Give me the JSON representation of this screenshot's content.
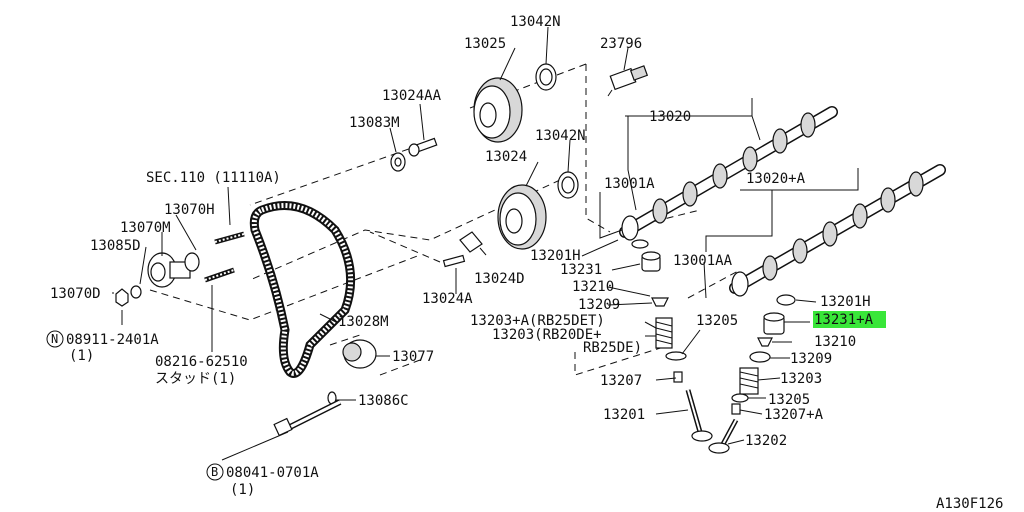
{
  "diagram_ref": "A130F126",
  "highlight_color": "#39e639",
  "labels": {
    "p13042n_top": "13042N",
    "p23796": "23796",
    "p13025": "13025",
    "p13024aa": "13024AA",
    "p13083m": "13083M",
    "p13020": "13020",
    "p13042n_mid": "13042N",
    "p13024": "13024",
    "p13001a": "13001A",
    "p13020a": "13020+A",
    "sec110": "SEC.110 (11110A)",
    "p13070h": "13070H",
    "p13070m": "13070M",
    "p13085d": "13085D",
    "p13070d": "13070D",
    "p13201h_left": "13201H",
    "p13231": "13231",
    "p13001aa": "13001AA",
    "p13024d": "13024D",
    "p13210_left": "13210",
    "p13024a": "13024A",
    "p13209_left": "13209",
    "p13201h_right": "13201H",
    "p13203a": "13203+A(RB25DET)",
    "p13203": "13203(RB20DE+",
    "rb25de": "RB25DE)",
    "p13205_left": "13205",
    "p13231a": "13231+A",
    "p13028m": "13028M",
    "n08911": "08911-2401A",
    "n08911_qty": "(1)",
    "p13210_right": "13210",
    "p13209_right": "13209",
    "p08216": "08216-62510",
    "p08216_note": "スタッド(1)",
    "p13077": "13077",
    "p13207_left": "13207",
    "p13203_right": "13203",
    "p13205_right": "13205",
    "p13086c": "13086C",
    "p13201": "13201",
    "p13207a": "13207+A",
    "p13202": "13202",
    "b08041": "08041-0701A",
    "b08041_qty": "(1)",
    "badge_n": "N",
    "badge_b": "B"
  },
  "icons": {
    "timing_belt": "timing-belt-icon",
    "camshaft": "camshaft-icon",
    "sprocket": "cam-sprocket-icon",
    "valve": "valve-icon",
    "spring": "valve-spring-icon",
    "tensioner": "tensioner-pulley-icon",
    "idler": "idler-pulley-icon",
    "bolt": "bolt-icon",
    "stud": "stud-icon",
    "seal": "oil-seal-icon",
    "sensor": "cam-sensor-icon",
    "lifter": "valve-lifter-icon",
    "shim": "adjusting-shim-icon",
    "nut": "nut-icon",
    "washer": "washer-icon"
  }
}
